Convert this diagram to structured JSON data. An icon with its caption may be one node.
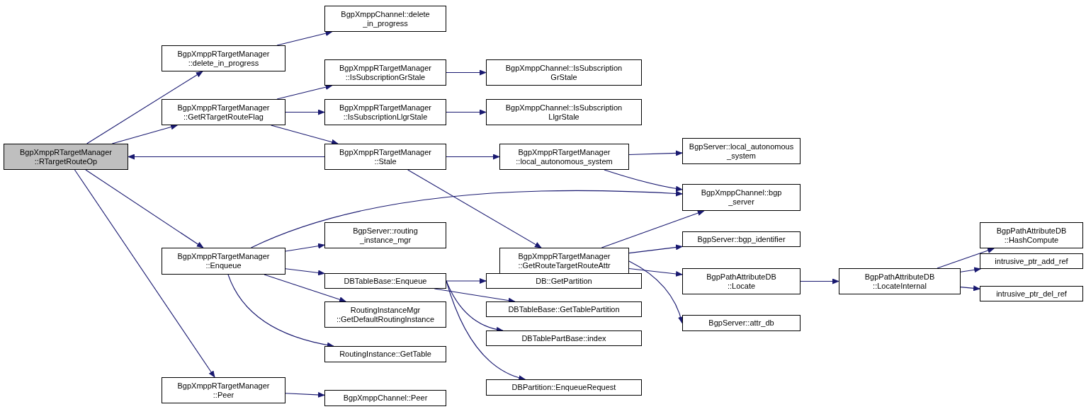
{
  "diagram": {
    "nodes": [
      {
        "text": [
          "BgpXmppRTargetManager ::RTargetRouteOp"
        ]
      },
      {
        "text": [
          "BgpXmppRTargetManager ::delete_in_progress"
        ]
      },
      {
        "text": [
          "BgpXmppChannel::delete _in_progress"
        ]
      },
      {
        "text": [
          "BgpXmppRTargetManager ::GetRTargetRouteFlag"
        ]
      },
      {
        "text": [
          "BgpXmppRTargetManager ::IsSubscriptionGrStale"
        ]
      },
      {
        "text": [
          "BgpXmppChannel::IsSubscription GrStale"
        ]
      },
      {
        "text": [
          "BgpXmppRTargetManager ::IsSubscriptionLlgrStale"
        ]
      },
      {
        "text": [
          "BgpXmppChannel::IsSubscription LlgrStale"
        ]
      },
      {
        "text": [
          "BgpXmppRTargetManager ::Stale"
        ]
      },
      {
        "text": [
          "BgpXmppRTargetManager ::local_autonomous_system"
        ]
      },
      {
        "text": [
          "BgpServer::local_autonomous _system"
        ]
      },
      {
        "text": [
          "BgpXmppChannel::bgp _server"
        ]
      },
      {
        "text": [
          "BgpXmppRTargetManager ::Enqueue"
        ]
      },
      {
        "text": [
          "BgpServer::routing _instance_mgr"
        ]
      },
      {
        "text": [
          "BgpXmppRTargetManager ::GetRouteTargetRouteAttr"
        ]
      },
      {
        "text": [
          "BgpServer::bgp_identifier"
        ]
      },
      {
        "text": [
          "DBTableBase::Enqueue"
        ]
      },
      {
        "text": [
          "DB::GetPartition"
        ]
      },
      {
        "text": [
          "BgpPathAttributeDB ::Locate"
        ]
      },
      {
        "text": [
          "BgpPathAttributeDB ::LocateInternal"
        ]
      },
      {
        "text": [
          "BgpPathAttributeDB ::HashCompute"
        ]
      },
      {
        "text": [
          "intrusive_ptr_add_ref"
        ]
      },
      {
        "text": [
          "intrusive_ptr_del_ref"
        ]
      },
      {
        "text": [
          "RoutingInstanceMgr ::GetDefaultRoutingInstance"
        ]
      },
      {
        "text": [
          "DBTableBase::GetTablePartition"
        ]
      },
      {
        "text": [
          "BgpServer::attr_db"
        ]
      },
      {
        "text": [
          "DBTablePartBase::index"
        ]
      },
      {
        "text": [
          "RoutingInstance::GetTable"
        ]
      },
      {
        "text": [
          "BgpXmppRTargetManager ::Peer"
        ]
      },
      {
        "text": [
          "DBPartition::EnqueueRequest"
        ]
      },
      {
        "text": [
          "BgpXmppChannel::Peer"
        ]
      }
    ],
    "edges": [
      {
        "from": 0,
        "to": 1,
        "arrow": "to"
      },
      {
        "from": 0,
        "to": 3,
        "arrow": "to"
      },
      {
        "from": 0,
        "to": 12,
        "arrow": "to"
      },
      {
        "from": 0,
        "to": 28,
        "arrow": "to"
      },
      {
        "from": 8,
        "to": 0,
        "arrow": "to"
      },
      {
        "from": 1,
        "to": 2,
        "arrow": "to"
      },
      {
        "from": 3,
        "to": 4,
        "arrow": "to"
      },
      {
        "from": 3,
        "to": 6,
        "arrow": "to"
      },
      {
        "from": 3,
        "to": 8,
        "arrow": "to"
      },
      {
        "from": 4,
        "to": 5,
        "arrow": "to"
      },
      {
        "from": 6,
        "to": 7,
        "arrow": "to"
      },
      {
        "from": 8,
        "to": 9,
        "arrow": "to"
      },
      {
        "from": 8,
        "to": 14,
        "arrow": "to"
      },
      {
        "from": 9,
        "to": 10,
        "arrow": "to"
      },
      {
        "from": 9,
        "to": 11,
        "arrow": "to"
      },
      {
        "from": 14,
        "to": 11,
        "arrow": "to"
      },
      {
        "from": 14,
        "to": 15,
        "arrow": "to"
      },
      {
        "from": 14,
        "to": 18,
        "arrow": "to"
      },
      {
        "from": 14,
        "to": 25,
        "arrow": "to"
      },
      {
        "from": 18,
        "to": 19,
        "arrow": "to"
      },
      {
        "from": 19,
        "to": 20,
        "arrow": "to"
      },
      {
        "from": 19,
        "to": 21,
        "arrow": "to"
      },
      {
        "from": 19,
        "to": 22,
        "arrow": "to"
      },
      {
        "from": 12,
        "to": 11,
        "arrow": "to"
      },
      {
        "from": 12,
        "to": 13,
        "arrow": "to"
      },
      {
        "from": 12,
        "to": 16,
        "arrow": "to"
      },
      {
        "from": 12,
        "to": 23,
        "arrow": "to"
      },
      {
        "from": 12,
        "to": 27,
        "arrow": "to"
      },
      {
        "from": 16,
        "to": 17,
        "arrow": "to"
      },
      {
        "from": 16,
        "to": 24,
        "arrow": "to"
      },
      {
        "from": 16,
        "to": 26,
        "arrow": "to"
      },
      {
        "from": 16,
        "to": 29,
        "arrow": "to"
      },
      {
        "from": 28,
        "to": 30,
        "arrow": "to"
      }
    ]
  }
}
